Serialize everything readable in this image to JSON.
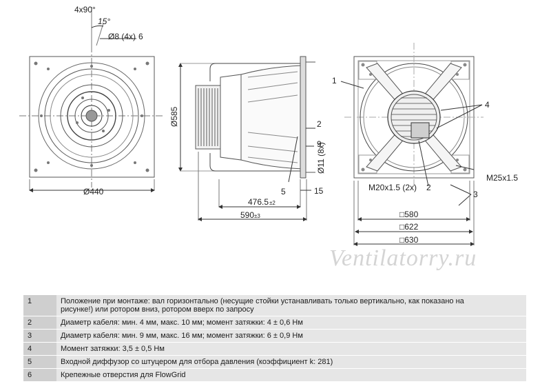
{
  "drawing": {
    "front": {
      "angle_label": "4x90°",
      "angle2_label": "15°",
      "hole_label": "Ø8 (4x)",
      "hole_ref": "6",
      "width_label": "Ø440"
    },
    "side": {
      "height_label": "Ø585",
      "ref2": "2",
      "ref9": "9",
      "bolt_label": "Ø11 (8x)",
      "ref5": "5",
      "dim15": "15",
      "depth1": "476.5",
      "tol1": "±2",
      "depth2": "590",
      "tol2": "±3"
    },
    "back": {
      "ref1": "1",
      "ref4": "4",
      "m25": "M25x1.5",
      "m20": "M20x1.5 (2x)",
      "ref2": "2",
      "ref3": "3",
      "sq580": "□580",
      "sq622": "□622",
      "sq630": "□630"
    }
  },
  "watermark": "Ventilatorry.ru",
  "notes": [
    {
      "num": "1",
      "line1": "Положение при монтаже: вал горизонтально (несущие стойки устанавливать только вертикально, как показано на",
      "line2": "рисунке!) или ротором вниз, ротором вверх по запросу"
    },
    {
      "num": "2",
      "line1": "Диаметр кабеля: мин. 4 мм, макс. 10 мм; момент затяжки: 4 ± 0,6 Нм",
      "line2": ""
    },
    {
      "num": "3",
      "line1": "Диаметр кабеля: мин. 9 мм, макс. 16 мм; момент затяжки: 6 ± 0,9 Нм",
      "line2": ""
    },
    {
      "num": "4",
      "line1": "Момент затяжки: 3,5 ± 0,5 Нм",
      "line2": ""
    },
    {
      "num": "5",
      "line1": "Входной диффузор со штуцером для отбора давления (коэффициент k: 281)",
      "line2": ""
    },
    {
      "num": "6",
      "line1": "Крепежные отверстия для FlowGrid",
      "line2": ""
    }
  ]
}
